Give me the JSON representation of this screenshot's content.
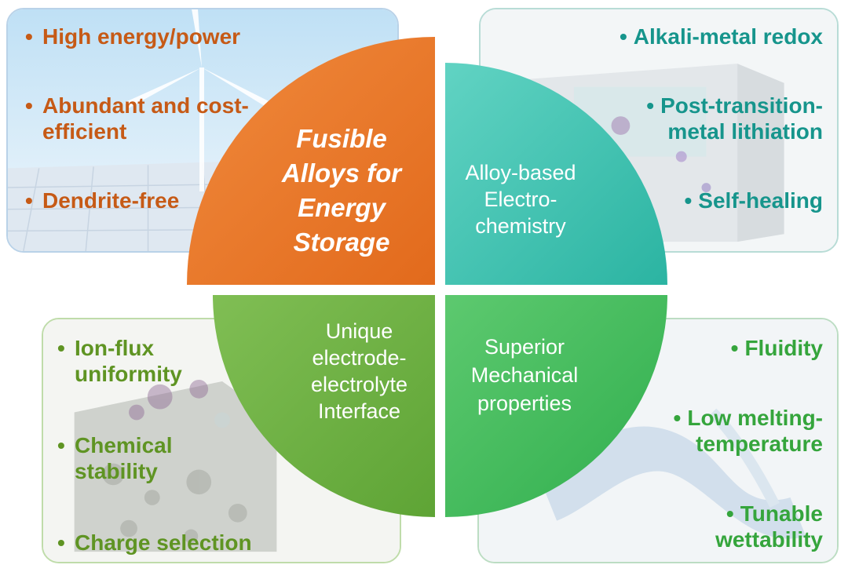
{
  "center_title": "Fusible Alloys for Energy Storage",
  "quadrants": {
    "top_right": "Alloy-based Electro-chemistry",
    "bottom_left": "Unique electrode-electrolyte Interface",
    "bottom_right": "Superior Mechanical properties"
  },
  "panels": {
    "top_left": {
      "color": "#c65a16",
      "items": [
        "High energy/power",
        "Abundant and cost-efficient",
        "Dendrite-free"
      ]
    },
    "top_right": {
      "color": "#16958c",
      "items": [
        "Alkali-metal redox",
        "Post-transition-metal lithiation",
        "Self-healing"
      ]
    },
    "bottom_left": {
      "color": "#5f9423",
      "items": [
        "Ion-flux uniformity",
        "Chemical stability",
        "Charge selection"
      ]
    },
    "bottom_right": {
      "color": "#35a53c",
      "items": [
        "Fluidity",
        "Low melting-temperature",
        "Tunable wettability"
      ]
    }
  },
  "colors": {
    "orange": "#ec7428",
    "teal": "#3fc5b3",
    "green_left": "#6db242",
    "green_right": "#4dbd61"
  }
}
